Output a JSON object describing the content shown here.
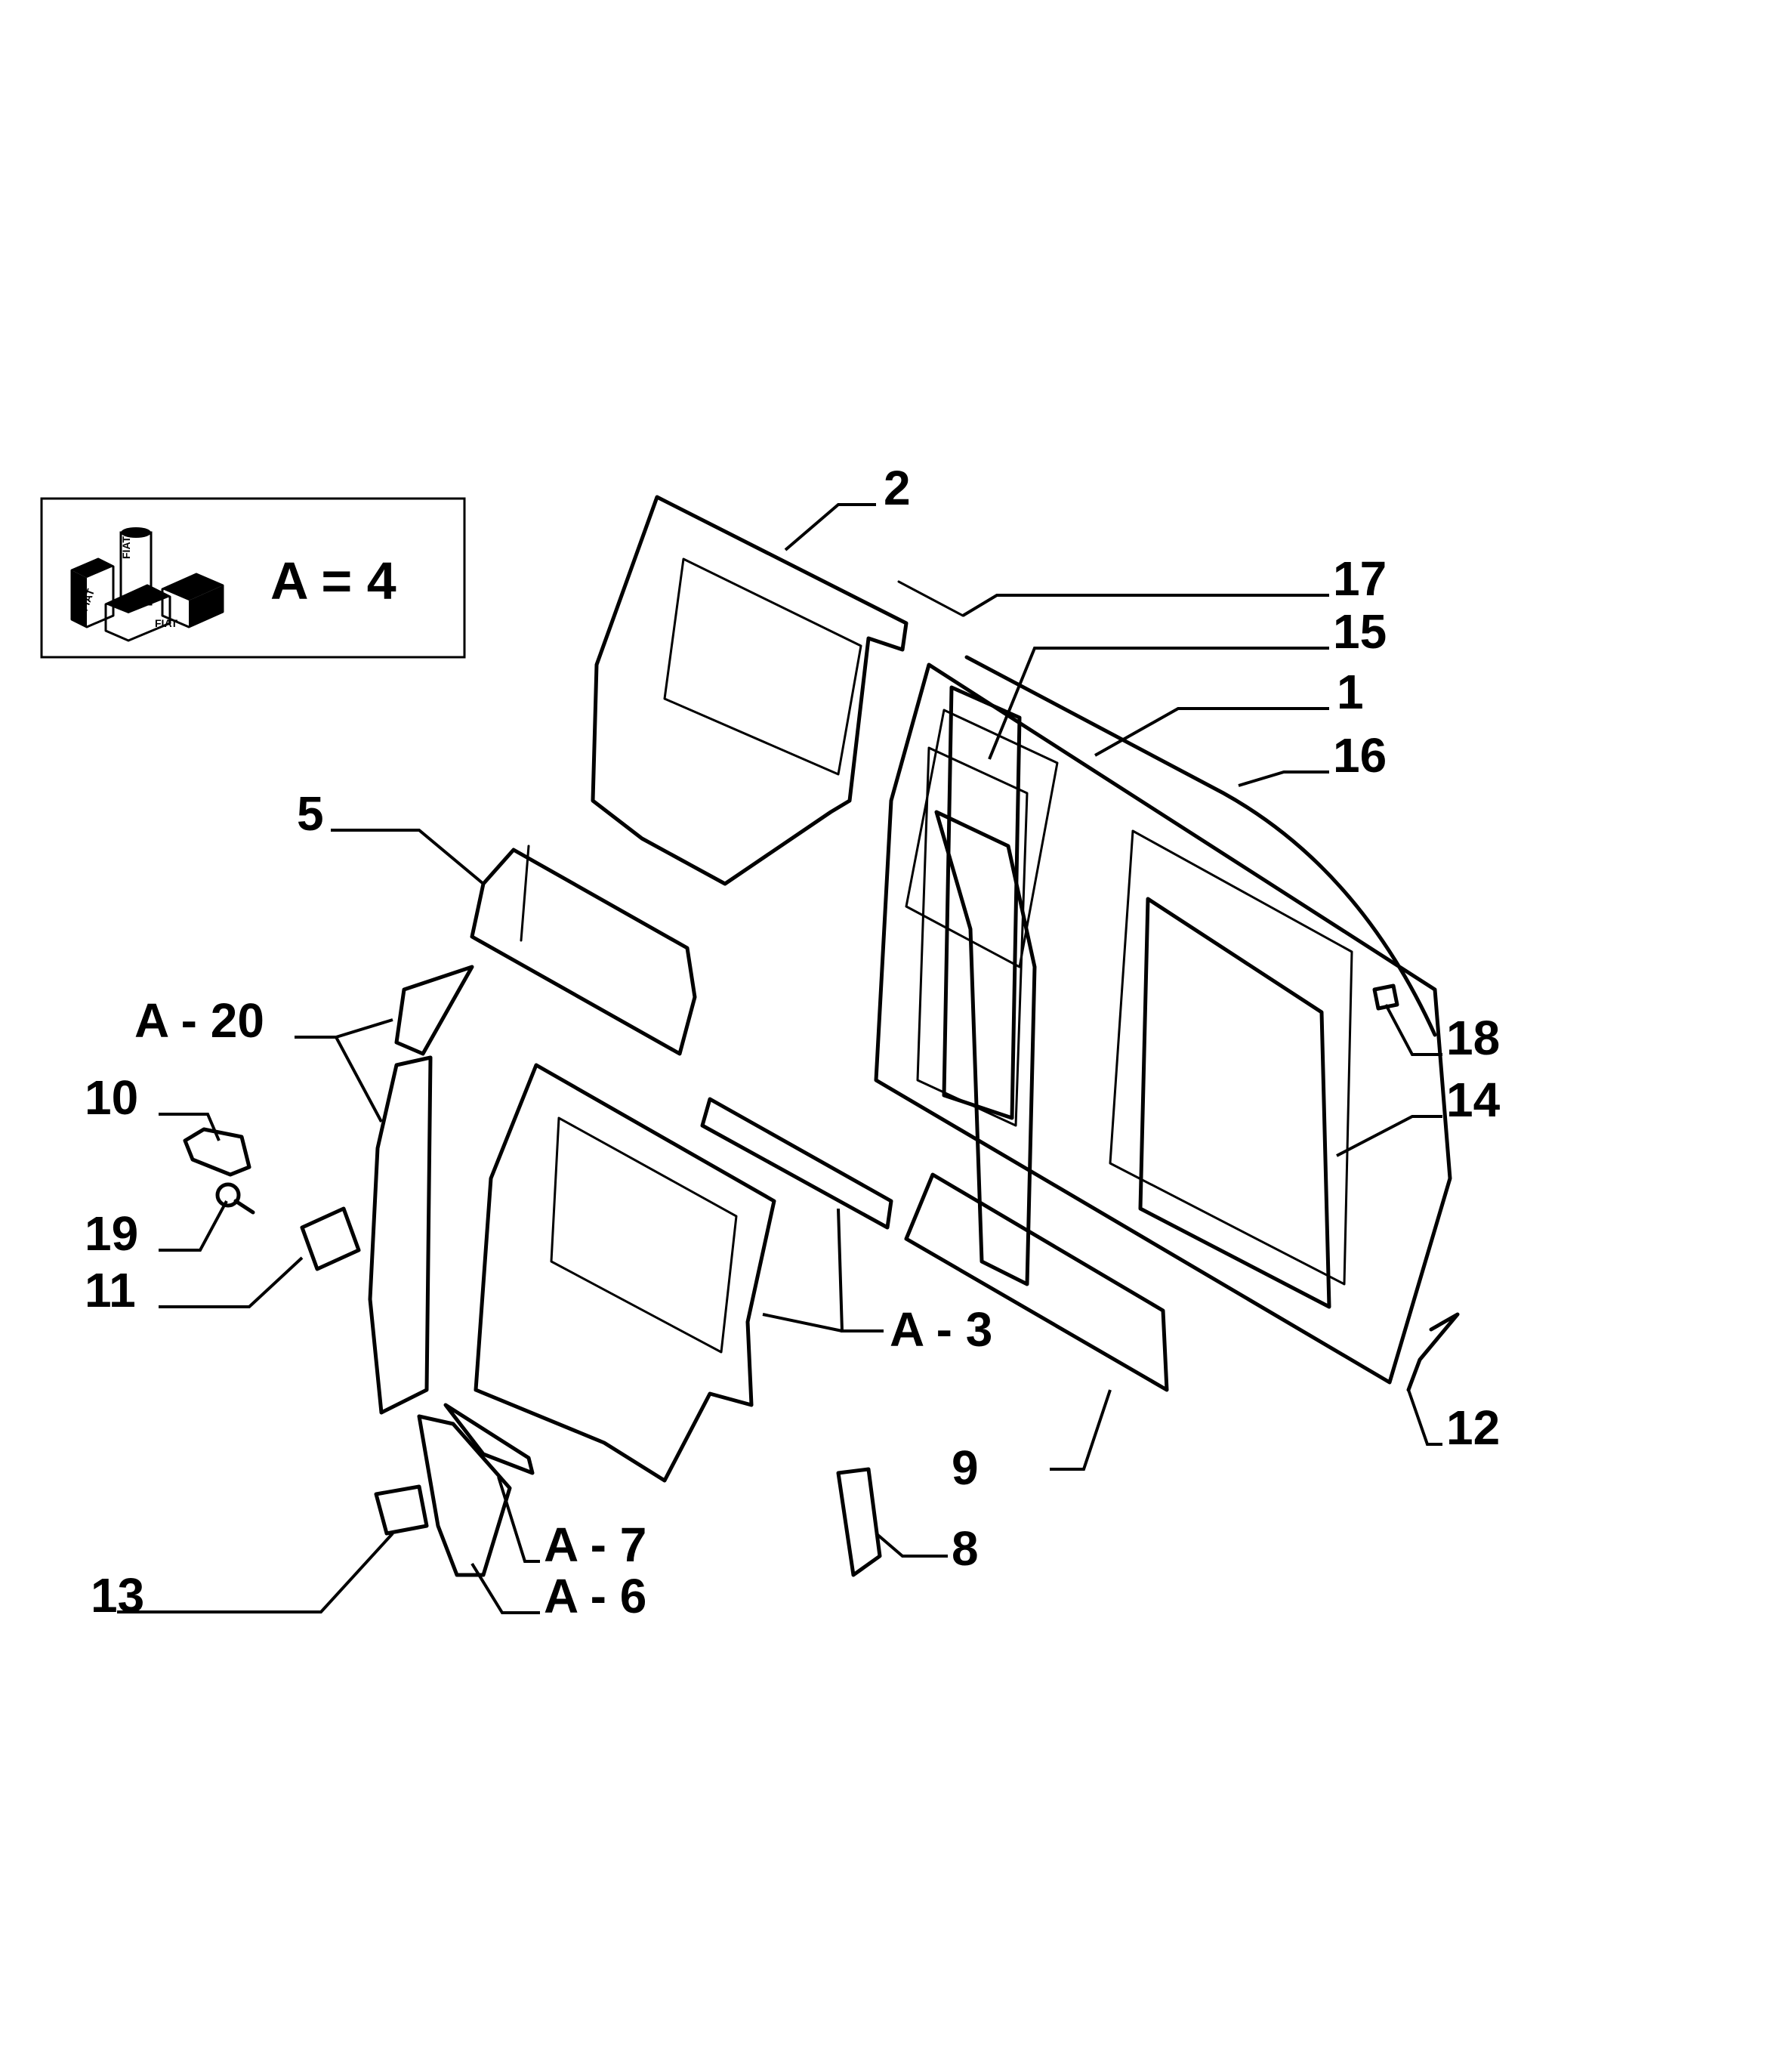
{
  "legend": {
    "text": "A = 4",
    "logo_icon": "fiat-parts-kit-icon",
    "logo_lettering": [
      "FIAT",
      "FIAT",
      "FIAT"
    ]
  },
  "callouts": [
    {
      "id": "c2",
      "text": "2"
    },
    {
      "id": "c17",
      "text": "17"
    },
    {
      "id": "c15",
      "text": "15"
    },
    {
      "id": "c1",
      "text": "1"
    },
    {
      "id": "c16",
      "text": "16"
    },
    {
      "id": "c5",
      "text": "5"
    },
    {
      "id": "cA20",
      "text": "A - 20"
    },
    {
      "id": "c10",
      "text": "10"
    },
    {
      "id": "c19",
      "text": "19"
    },
    {
      "id": "c11",
      "text": "11"
    },
    {
      "id": "c18",
      "text": "18"
    },
    {
      "id": "c14",
      "text": "14"
    },
    {
      "id": "cA3",
      "text": "A - 3"
    },
    {
      "id": "c12",
      "text": "12"
    },
    {
      "id": "c9",
      "text": "9"
    },
    {
      "id": "c8",
      "text": "8"
    },
    {
      "id": "cA7",
      "text": "A - 7"
    },
    {
      "id": "cA6",
      "text": "A - 6"
    },
    {
      "id": "c13",
      "text": "13"
    }
  ]
}
